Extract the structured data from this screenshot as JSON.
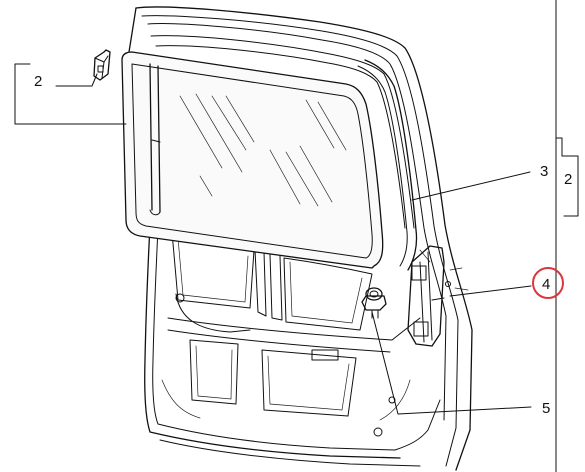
{
  "callouts": {
    "left_group": "2",
    "right_group": "2",
    "seal": "3",
    "regulator": "4",
    "fastener": "5"
  },
  "highlight": {
    "color": "#d9363e",
    "target": "4"
  },
  "colors": {
    "line": "#111111",
    "background": "#ffffff"
  }
}
